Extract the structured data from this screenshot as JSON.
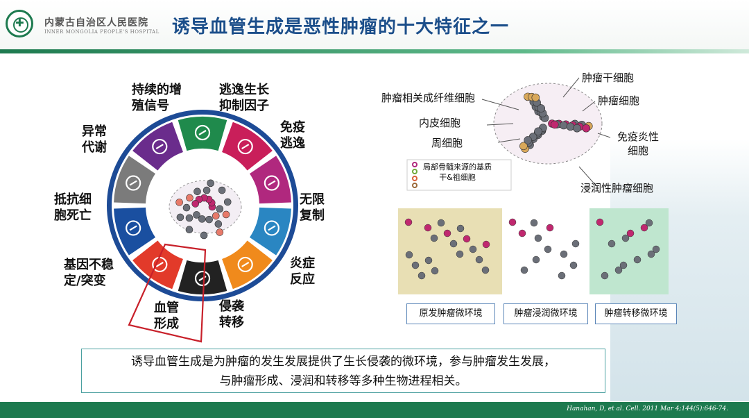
{
  "header": {
    "hospital_cn": "内蒙古自治区人民医院",
    "hospital_en": "INNER MONGOLIA PEOPLE'S HOSPITAL",
    "title": "诱导血管生成是恶性肿瘤的十大特征之一"
  },
  "wheel": {
    "hallmarks": [
      {
        "label": "持续的增殖信号",
        "lines": [
          "持续的增",
          "殖信号"
        ],
        "color": "#1f8a4c",
        "icon": "arrow-up-right-icon"
      },
      {
        "label": "逃逸生长抑制因子",
        "lines": [
          "逃逸生长",
          "抑制因子"
        ],
        "color": "#c91f5a",
        "icon": "prohibited-icon"
      },
      {
        "label": "免疫逃逸",
        "lines": [
          "免疫",
          "逃逸"
        ],
        "color": "#b0287e",
        "icon": "pacman-cell-icon"
      },
      {
        "label": "无限复制",
        "lines": [
          "无限",
          "复制"
        ],
        "color": "#2a86c2",
        "icon": "infinity-icon"
      },
      {
        "label": "炎症反应",
        "lines": [
          "炎症",
          "反应"
        ],
        "color": "#f08a1c",
        "icon": "flame-icon"
      },
      {
        "label": "侵袭转移",
        "lines": [
          "侵袭",
          "转移"
        ],
        "color": "#222222",
        "icon": "invasive-cell-icon"
      },
      {
        "label": "血管形成",
        "lines": [
          "血管",
          "形成"
        ],
        "color": "#e23a2a",
        "icon": "blood-vessel-icon"
      },
      {
        "label": "基因不稳定/突变",
        "lines": [
          "基因不稳",
          "定/突变"
        ],
        "color": "#1a4fa0",
        "icon": "dna-icon"
      },
      {
        "label": "抵抗细胞死亡",
        "lines": [
          "抵抗细",
          "胞死亡"
        ],
        "color": "#7b7b7b",
        "icon": "dagger-icon"
      },
      {
        "label": "异常代谢",
        "lines": [
          "异常",
          "代谢"
        ],
        "color": "#6a2c8c",
        "icon": "atom-icon"
      }
    ],
    "ring_color": "#1d4b96",
    "highlight_color": "#c8202a"
  },
  "diagram": {
    "labels": {
      "stem": "肿瘤干细胞",
      "caf": "肿瘤相关成纤维细胞",
      "cancer": "肿瘤细胞",
      "endo": "内皮细胞",
      "immune": "免疫炎性\n细胞",
      "peri": "周细胞",
      "invasive": "浸润性肿瘤细胞"
    },
    "legend_text": "局部骨髓来源的基质\n干&祖细胞",
    "legend_colors": [
      "#b0287e",
      "#6fa83a",
      "#d9603a",
      "#9b6a3a"
    ]
  },
  "environments": [
    {
      "label": "原发肿瘤微环境",
      "bg": "#e8dfb4"
    },
    {
      "label": "肿瘤浸润微环境",
      "bg": "#ffffff"
    },
    {
      "label": "肿瘤转移微环境",
      "bg": "#bfe6cf"
    }
  ],
  "summary": {
    "line1": "诱导血管生成是为肿瘤的发生发展提供了生长侵袭的微环境，参与肿瘤发生发展，",
    "line2": "与肿瘤形成、浸润和转移等多种生物进程相关。"
  },
  "citation": "Hanahan, D, et al. Cell. 2011 Mar 4;144(5):646-74."
}
